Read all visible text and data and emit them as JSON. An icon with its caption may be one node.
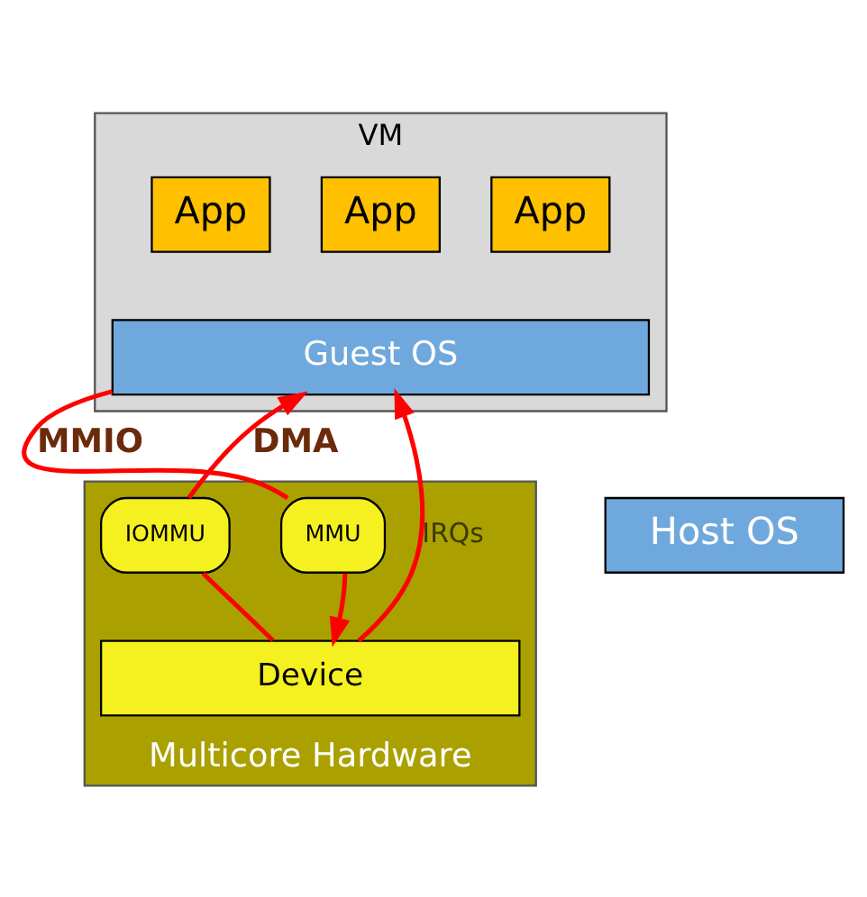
{
  "diagram": {
    "nodes": [
      {
        "text": [
          "VM"
        ]
      },
      {
        "text": [
          "App"
        ],
        "in": 0
      },
      {
        "text": [
          "App"
        ],
        "in": 0
      },
      {
        "text": [
          "App"
        ],
        "in": 0
      },
      {
        "text": [
          "Guest OS"
        ],
        "in": 0
      },
      {
        "text": [
          "Host OS"
        ]
      },
      {
        "text": [
          "Multicore Hardware"
        ]
      },
      {
        "text": [
          "IOMMU"
        ],
        "in": 6
      },
      {
        "text": [
          "MMU"
        ],
        "in": 6
      },
      {
        "text": [
          "Device"
        ],
        "in": 6
      }
    ],
    "edges": [
      {
        "from": 9,
        "to": 4,
        "arrow": "to",
        "label": "IRQs"
      },
      {
        "from": 9,
        "to": 7,
        "arrow": "none"
      },
      {
        "from": 7,
        "to": 4,
        "arrow": "to",
        "label": "DMA"
      },
      {
        "from": 4,
        "to": 8,
        "arrow": "none",
        "label": "MMIO"
      },
      {
        "from": 8,
        "to": 9,
        "arrow": "to"
      }
    ]
  }
}
